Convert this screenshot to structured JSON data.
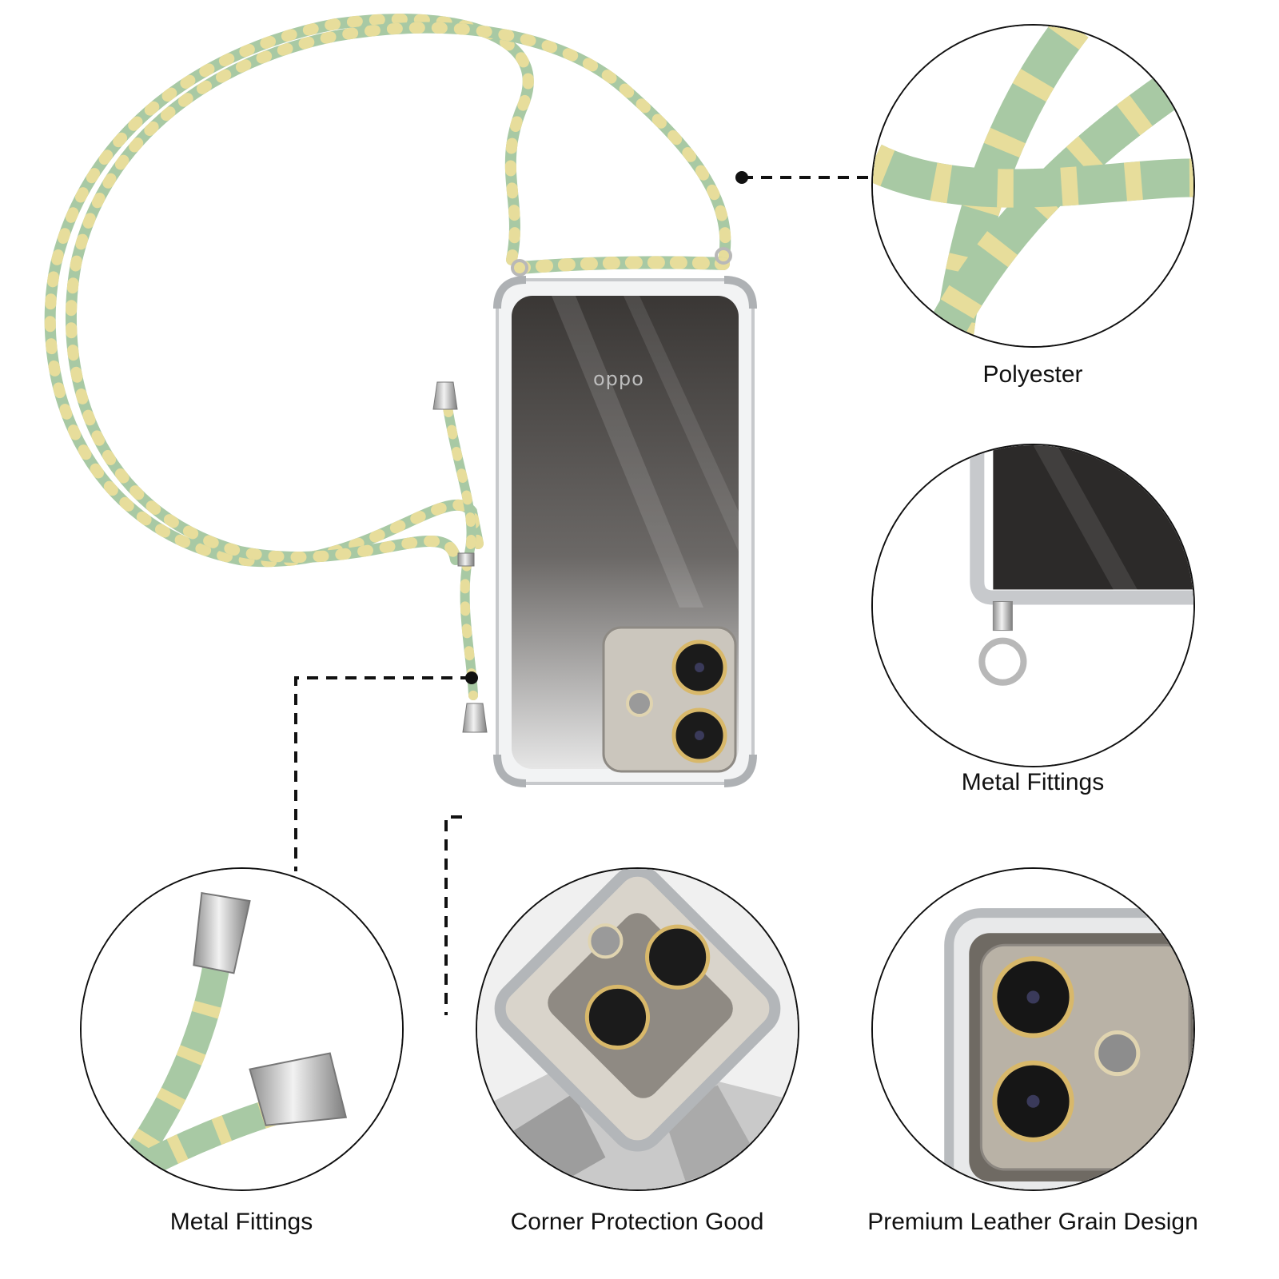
{
  "phone": {
    "brand_logo": "oppo",
    "case_color": "#d9dcdf",
    "cord_color": "#a8c9a4",
    "cord_accent": "#e7dd9b",
    "metal_color": "#c9c9c9"
  },
  "callouts": [
    {
      "id": "polyester",
      "caption": "Polyester",
      "icon": "cord-closeup"
    },
    {
      "id": "metal-fittings-ring",
      "caption": "Metal Fittings",
      "icon": "ring-closeup"
    },
    {
      "id": "metal-fittings-caps",
      "caption": "Metal Fittings",
      "icon": "caps-closeup"
    },
    {
      "id": "corner-protection",
      "caption": "Corner Protection Good",
      "icon": "corner-closeup"
    },
    {
      "id": "leather-grain",
      "caption": "Premium Leather Grain Design",
      "icon": "camera-closeup"
    }
  ]
}
